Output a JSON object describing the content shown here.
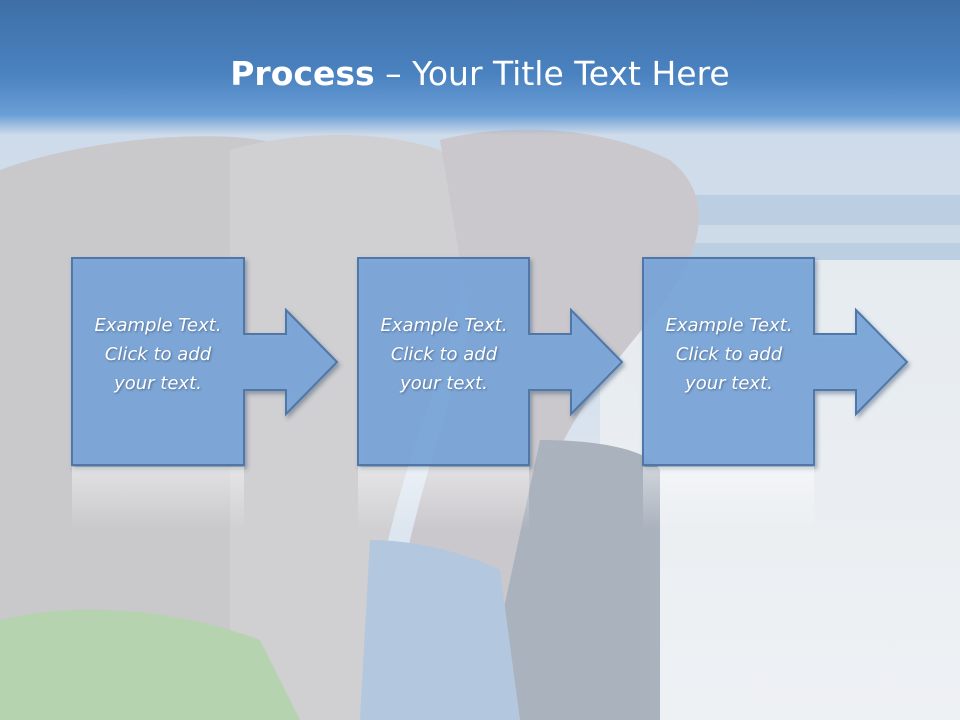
{
  "title": {
    "bold": "Process",
    "rest": " – Your Title Text Here"
  },
  "steps": [
    {
      "line1": "Example Text.",
      "line2": "Click  to add",
      "line3": "your text."
    },
    {
      "line1": "Example Text.",
      "line2": "Click  to add",
      "line3": "your text."
    },
    {
      "line1": "Example Text.",
      "line2": "Click  to add",
      "line3": "your text."
    }
  ],
  "colors": {
    "title_bar": "#4a82c0",
    "box_fill": "#7aa6da",
    "box_stroke": "#4f78a8",
    "title_text": "#ffffff"
  }
}
